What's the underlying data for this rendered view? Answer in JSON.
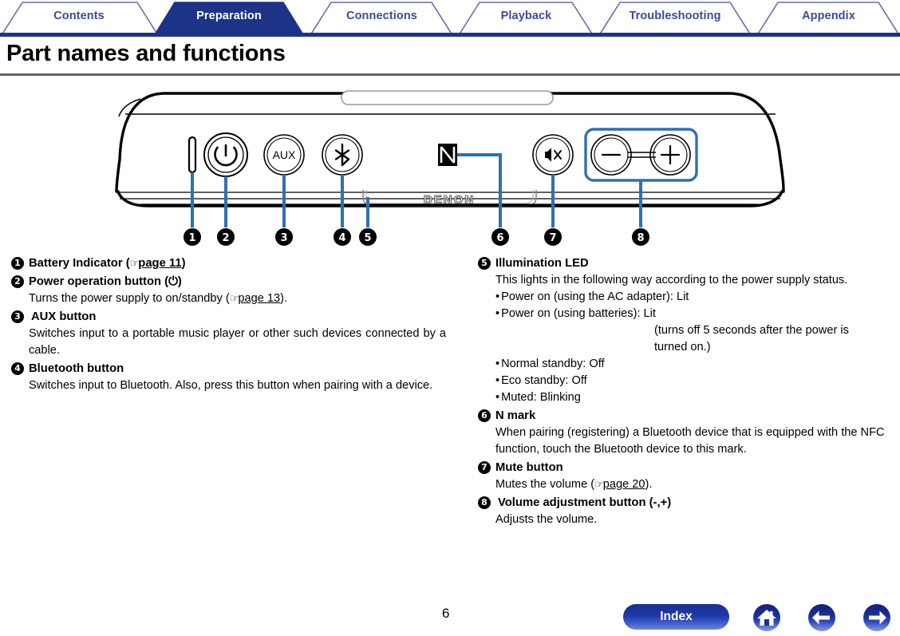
{
  "tabs": [
    {
      "label": "Contents",
      "active": false
    },
    {
      "label": "Preparation",
      "active": true
    },
    {
      "label": "Connections",
      "active": false
    },
    {
      "label": "Playback",
      "active": false
    },
    {
      "label": "Troubleshooting",
      "active": false
    },
    {
      "label": "Appendix",
      "active": false
    }
  ],
  "page_title": "Part names and functions",
  "colors": {
    "tab_active_bg": "#1c3388",
    "tab_text": "#3d4a96",
    "tab_border": "#6a6aa8",
    "underline": "#1c3388",
    "rule": "#646464",
    "callout_blue": "#2f6fb5",
    "button_blue": "#1f38a8"
  },
  "device": {
    "brand_logo": "DENON",
    "button_labels": {
      "power": "power-symbol",
      "aux": "AUX",
      "bluetooth": "bluetooth-symbol",
      "nfc": "N",
      "mute": "mute-symbol",
      "volume_down": "-",
      "volume_up": "+"
    },
    "callouts": [
      "1",
      "2",
      "3",
      "4",
      "5",
      "6",
      "7",
      "8"
    ]
  },
  "left_column": [
    {
      "num": "1",
      "title_prefix": "Battery Indicator (",
      "hand": "☞",
      "link": "page 11",
      "title_suffix": ")",
      "body": []
    },
    {
      "num": "2",
      "title_prefix": "Power operation button (",
      "symbol": "⏻",
      "title_suffix": ")",
      "body_prefix": "Turns the power supply to on/standby (",
      "hand": "☞",
      "link": "page 13",
      "body_suffix": ")."
    },
    {
      "num": "3",
      "title": "AUX button",
      "body": "Switches input to a portable music player or other such devices connected by a cable."
    },
    {
      "num": "4",
      "title": "Bluetooth button",
      "body": "Switches input to Bluetooth. Also, press this button when pairing with a device."
    }
  ],
  "right_column": [
    {
      "num": "5",
      "title": "Illumination LED",
      "intro": "This lights in the following way according to the power supply status.",
      "items": [
        "Power on (using the AC adapter): Lit",
        "Power on (using batteries): Lit"
      ],
      "indent_lines": [
        "(turns off 5 seconds after the power is",
        "turned on.)"
      ],
      "items2": [
        "Normal standby: Off",
        "Eco standby: Off",
        "Muted: Blinking"
      ]
    },
    {
      "num": "6",
      "title": "N mark",
      "body": "When pairing (registering) a Bluetooth device that is equipped with the NFC function, touch the Bluetooth device to this mark."
    },
    {
      "num": "7",
      "title": "Mute button",
      "body_prefix": "Mutes the volume (",
      "hand": "☞",
      "link": "page 20",
      "body_suffix": ")."
    },
    {
      "num": "8",
      "title": "Volume adjustment button (-,+)",
      "body": "Adjusts the volume."
    }
  ],
  "footer": {
    "page_number": "6",
    "index_label": "Index",
    "home_icon": "home-icon",
    "back_icon": "arrow-left-icon",
    "next_icon": "arrow-right-icon"
  }
}
